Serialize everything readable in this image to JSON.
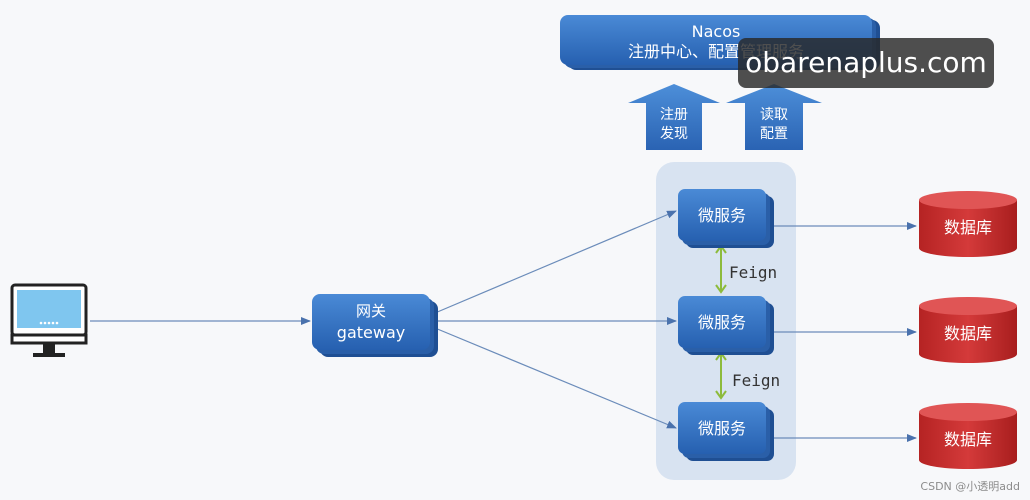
{
  "nacos": {
    "title": "Nacos",
    "subtitle": "注册中心、配置管理服务"
  },
  "arrows": {
    "register": {
      "line1": "注册",
      "line2": "发现"
    },
    "config": {
      "line1": "读取",
      "line2": "配置"
    }
  },
  "gateway": {
    "line1": "网关",
    "line2": "gateway"
  },
  "services": [
    {
      "label": "微服务"
    },
    {
      "label": "微服务"
    },
    {
      "label": "微服务"
    }
  ],
  "feign": [
    "Feign",
    "Feign"
  ],
  "databases": [
    {
      "label": "数据库"
    },
    {
      "label": "数据库"
    },
    {
      "label": "数据库"
    }
  ],
  "watermark": "obarenaplus.com",
  "credit": "CSDN @小透明add",
  "colors": {
    "box": "#2e6fc0",
    "database": "#c42b2b",
    "group_bg": "#d8e3f1",
    "line": "#5b7fb0",
    "feign_line": "#8dbb3c"
  }
}
